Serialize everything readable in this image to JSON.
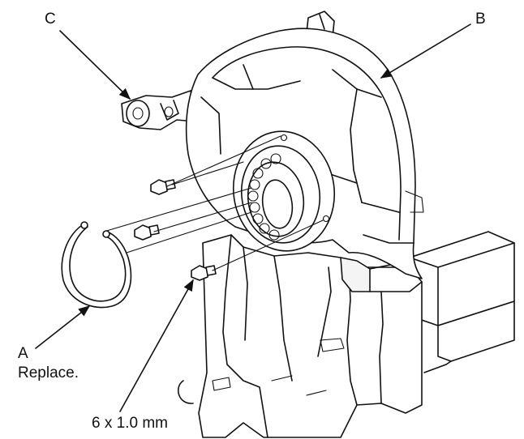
{
  "labels": {
    "c": "C",
    "b": "B",
    "a": "A",
    "a_note": "Replace.",
    "bolt_spec": "6 x 1.0 mm"
  },
  "colors": {
    "line": "#111111",
    "background": "#ffffff"
  }
}
